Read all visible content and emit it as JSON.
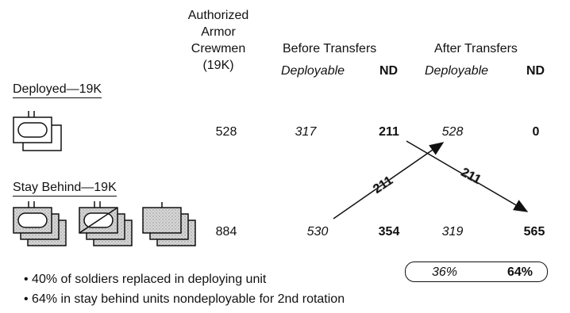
{
  "header": {
    "authorized": "Authorized",
    "armor": "Armor",
    "crewmen": "Crewmen",
    "code": "(19K)",
    "before_transfers": "Before Transfers",
    "after_transfers": "After Transfers",
    "deployable": "Deployable",
    "nd": "ND"
  },
  "rows": {
    "deployed": {
      "label": "Deployed—19K",
      "authorized": "528",
      "before_deployable": "317",
      "before_nd": "211",
      "after_deployable": "528",
      "after_nd": "0"
    },
    "stay_behind": {
      "label": "Stay Behind—19K",
      "authorized": "884",
      "before_deployable": "530",
      "before_nd": "354",
      "after_deployable": "319",
      "after_nd": "565"
    }
  },
  "transfers": {
    "up_label": "211",
    "down_label": "211"
  },
  "percentages": {
    "deployable": "36%",
    "nd": "64%"
  },
  "bullets": [
    "40% of soldiers replaced in deploying unit",
    "64% in stay behind units nondeployable for 2nd rotation"
  ]
}
